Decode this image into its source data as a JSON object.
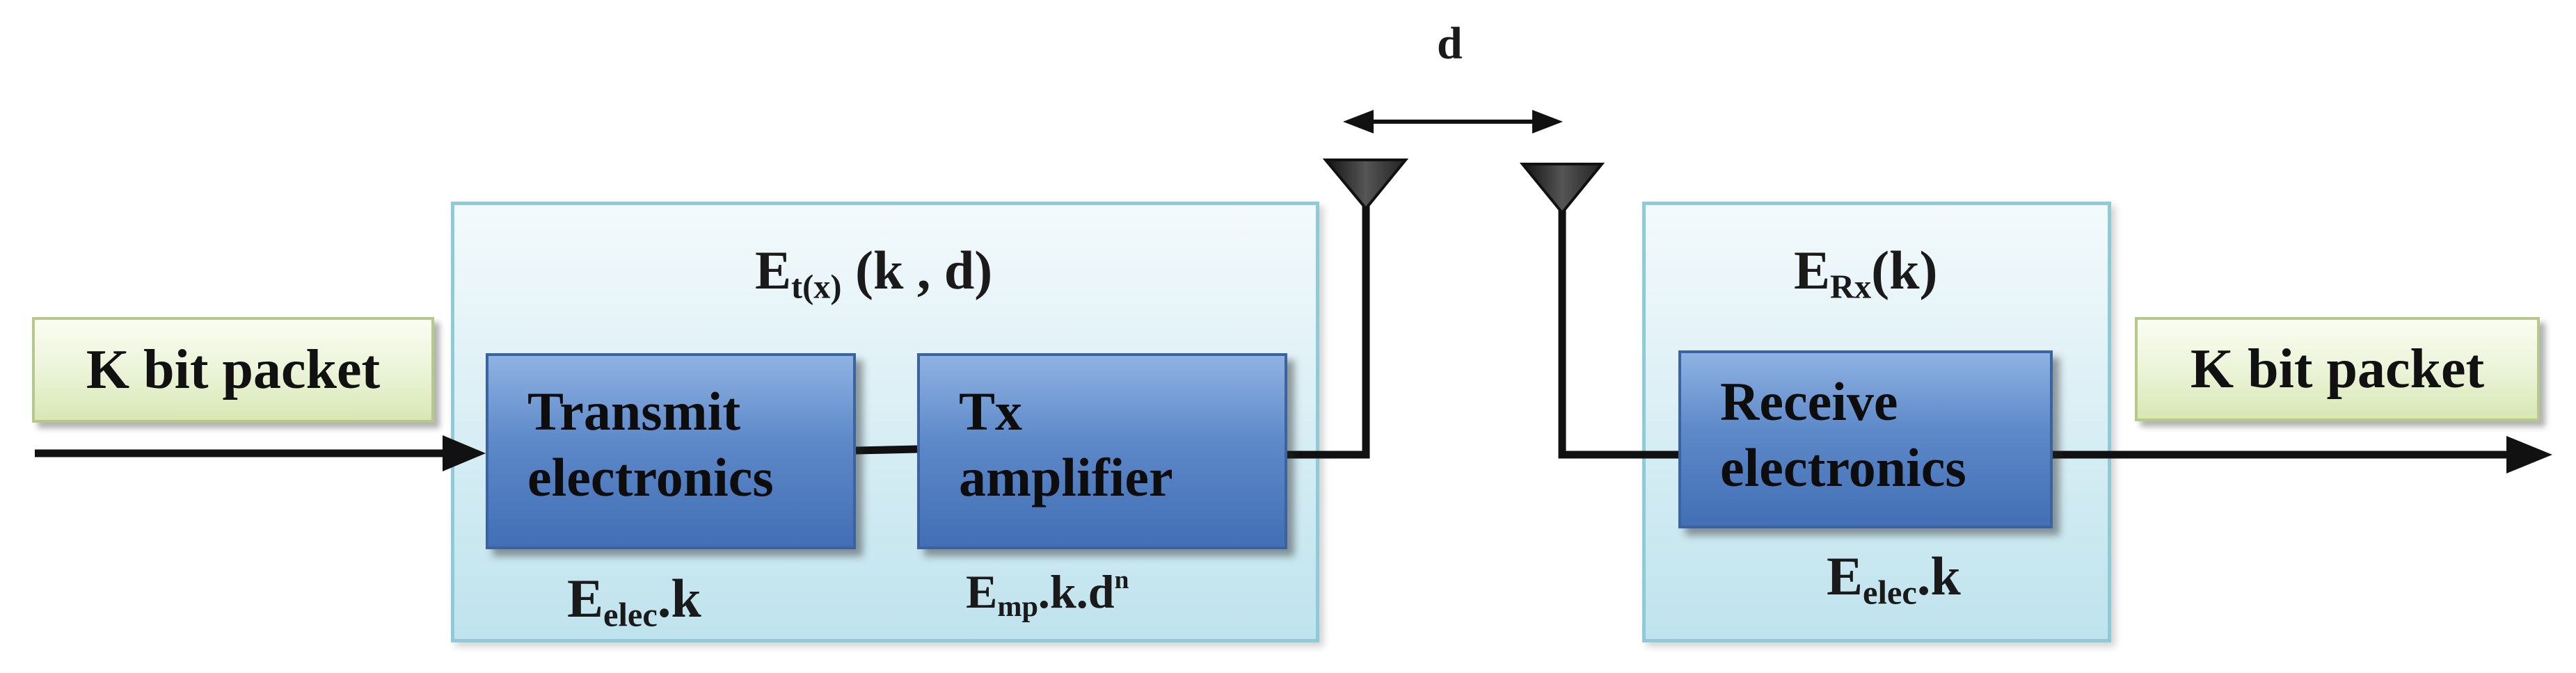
{
  "distance_label": "d",
  "input_packet": {
    "label": "K bit packet"
  },
  "output_packet": {
    "label": "K bit packet"
  },
  "transmitter": {
    "energy": {
      "base": "E",
      "sub": "t(x)",
      "rest": " (k , d)"
    },
    "transmit_electronics": {
      "line1": "Transmit",
      "line2": "electronics",
      "energy": {
        "base": "E",
        "sub": "elec",
        "rest": ".k"
      }
    },
    "tx_amplifier": {
      "line1": "Tx",
      "line2": "amplifier",
      "energy": {
        "base": "E",
        "sub": "mp",
        "rest": ".k.d",
        "sup": "n"
      }
    }
  },
  "receiver": {
    "energy": {
      "base": "E",
      "sub": "Rx",
      "rest": "(k)"
    },
    "receive_electronics": {
      "line1": "Receive",
      "line2": "electronics",
      "energy": {
        "base": "E",
        "sub": "elec",
        "rest": ".k"
      }
    }
  },
  "colors": {
    "container_border": "#8fcad8",
    "block_fill": "#5d89c9",
    "packet_fill": "#eaf3d6",
    "line": "#111111"
  }
}
